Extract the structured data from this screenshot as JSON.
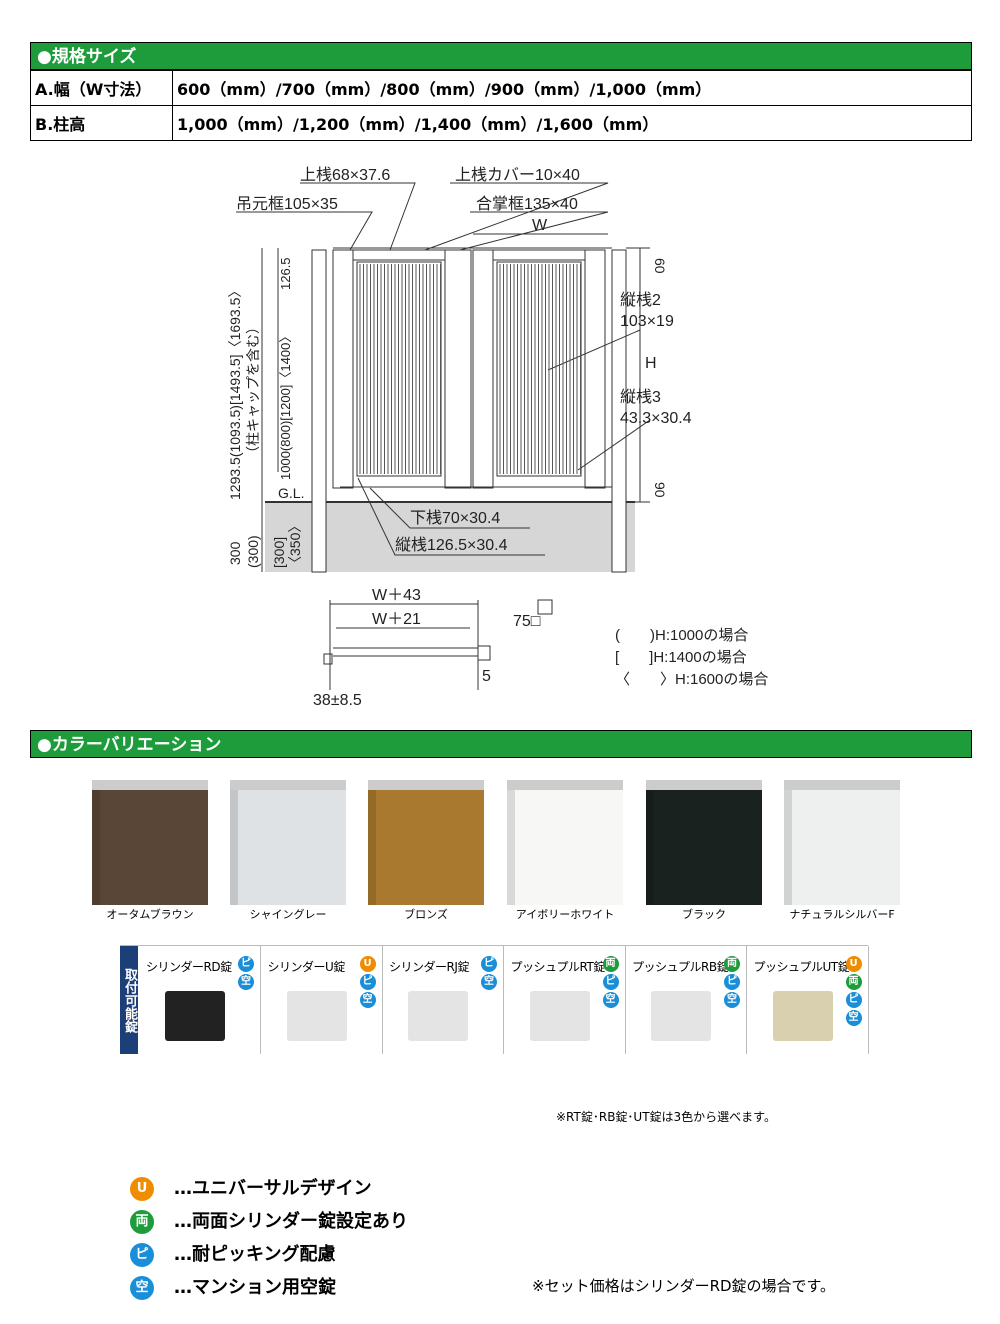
{
  "spec": {
    "title": "●規格サイズ",
    "rows": [
      {
        "label": "A.幅（W寸法）",
        "value": "600（mm）/700（mm）/800（mm）/900（mm）/1,000（mm）"
      },
      {
        "label": "B.柱高",
        "value": "1,000（mm）/1,200（mm）/1,400（mm）/1,600（mm）"
      }
    ]
  },
  "diagram": {
    "top_rail": "上桟68×37.6",
    "top_cover": "上桟カバー10×40",
    "hinge_frame": "吊元框105×35",
    "meeting_frame": "合掌框135×40",
    "w": "W",
    "dim_60": "60",
    "dim_90": "90",
    "h": "H",
    "vs2": "縦桟2",
    "vs2_size": "103×19",
    "vs3": "縦桟3",
    "vs3_size": "43.3×30.4",
    "bottom_rail": "下桟70×30.4",
    "vs1": "縦桟126.5×30.4",
    "gl": "G.L.",
    "dim_126": "126.5",
    "height_dims": "1000(800)[1200]〈1400〉",
    "total_dims": "1293.5(1093.5)[1493.5]〈1693.5〉",
    "cap_note": "（柱キャップを含む）",
    "emb1": "300",
    "emb2": "(300)",
    "emb3": "[300]",
    "emb4": "〈350〉",
    "w43": "W＋43",
    "w21": "W＋21",
    "d75": "75□",
    "d5": "5",
    "d38": "38±8.5",
    "legend": [
      "(　　)H:1000の場合",
      "[　　]H:1400の場合",
      "〈　　〉H:1600の場合"
    ]
  },
  "colors": {
    "title": "●カラーバリエーション",
    "items": [
      {
        "name": "オータムブラウン",
        "hex": "#5a4636"
      },
      {
        "name": "シャイングレー",
        "hex": "#dfe2e4"
      },
      {
        "name": "ブロンズ",
        "hex": "#a8792e"
      },
      {
        "name": "アイボリーホワイト",
        "hex": "#f7f7f5"
      },
      {
        "name": "ブラック",
        "hex": "#1a2220"
      },
      {
        "name": "ナチュラルシルバーF",
        "hex": "#eef0ef"
      }
    ]
  },
  "locks": {
    "side_label": "取付可能錠",
    "items": [
      {
        "name": "シリンダーRD錠",
        "badges": [
          "ピ",
          "空"
        ]
      },
      {
        "name": "シリンダーU錠",
        "badges": [
          "U",
          "ピ",
          "空"
        ]
      },
      {
        "name": "シリンダーRJ錠",
        "badges": [
          "ピ",
          "空"
        ]
      },
      {
        "name": "プッシュプルRT錠",
        "badges": [
          "両",
          "ピ",
          "空"
        ]
      },
      {
        "name": "プッシュプルRB錠",
        "badges": [
          "両",
          "ピ",
          "空"
        ]
      },
      {
        "name": "プッシュプルUT錠",
        "badges": [
          "U",
          "両",
          "ピ",
          "空"
        ]
      }
    ],
    "note": "※RT錠･RB錠･UT錠は3色から選べます。"
  },
  "legend": [
    {
      "badge": "U",
      "text": "…ユニバーサルデザイン",
      "color": "#f08c00"
    },
    {
      "badge": "両",
      "text": "…両面シリンダー錠設定あり",
      "color": "#1e9c3c"
    },
    {
      "badge": "ピ",
      "text": "…耐ピッキング配慮",
      "color": "#1a8fd8"
    },
    {
      "badge": "空",
      "text": "…マンション用空錠",
      "color": "#1a8fd8"
    }
  ],
  "price_note": "※セット価格はシリンダーRD錠の場合です。"
}
